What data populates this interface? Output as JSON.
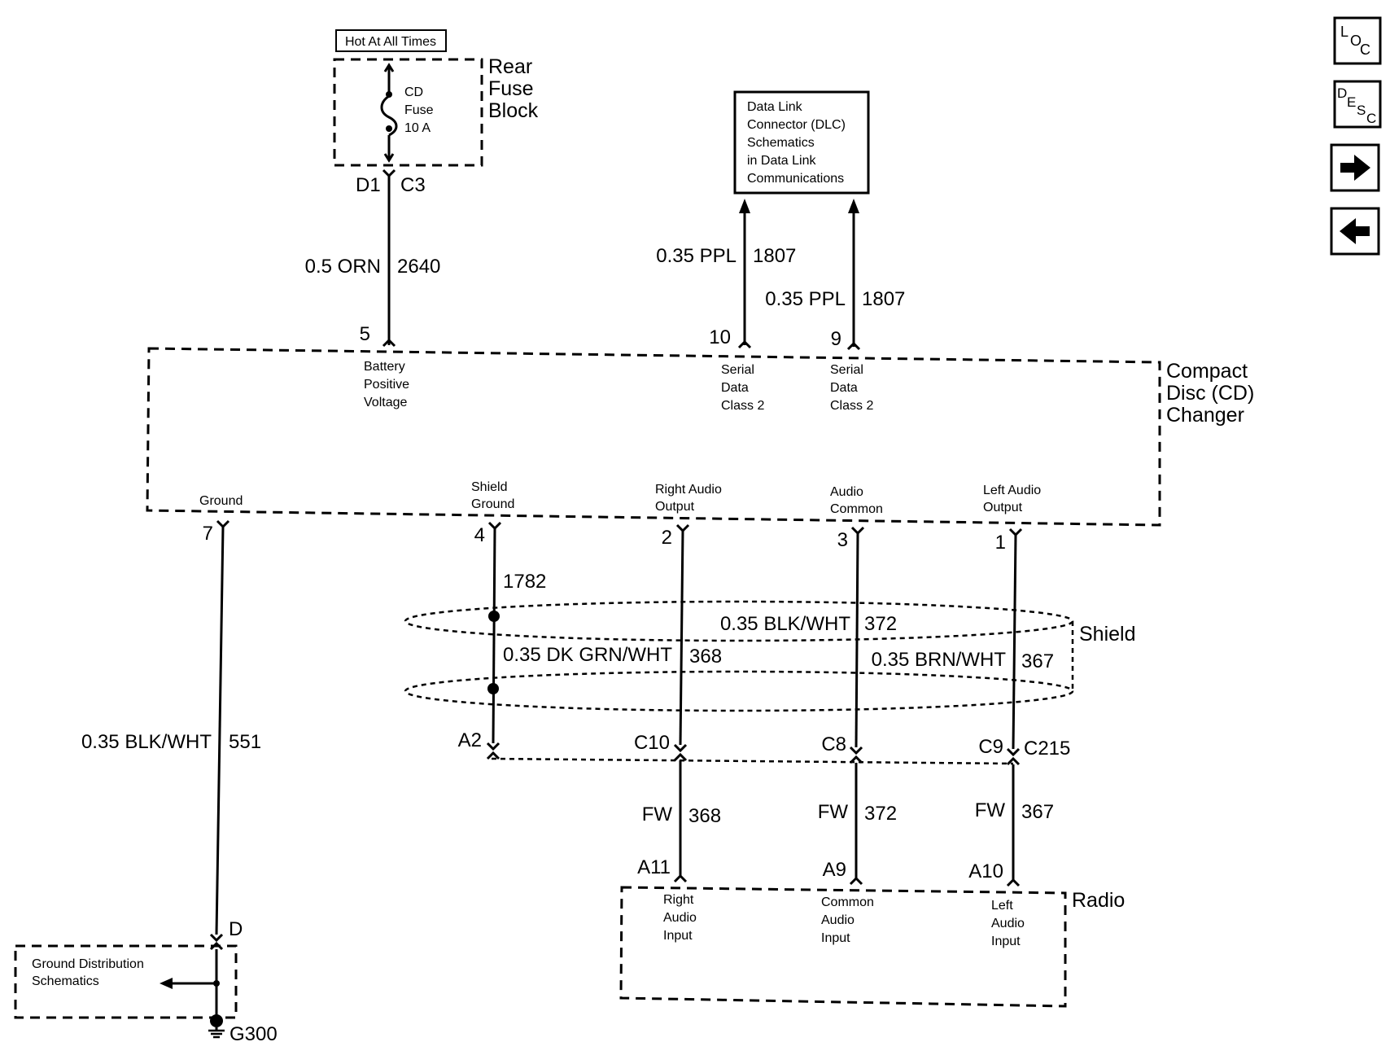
{
  "fuse_block": {
    "hot_label": "Hot At All Times",
    "fuse_lines": [
      "CD",
      "Fuse",
      "10 A"
    ],
    "name_lines": [
      "Rear",
      "Fuse",
      "Block"
    ],
    "pin_left": "D1",
    "connector": "C3"
  },
  "dlc_box": {
    "lines": [
      "Data Link",
      "Connector (DLC)",
      "Schematics",
      "in Data Link",
      "Communications"
    ]
  },
  "wires": {
    "fuse_wire": {
      "gauge_color": "0.5 ORN",
      "circuit": "2640"
    },
    "serial_wire_1": {
      "gauge_color": "0.35 PPL",
      "circuit": "1807"
    },
    "serial_wire_2": {
      "gauge_color": "0.35 PPL",
      "circuit": "1807"
    },
    "ground_wire": {
      "gauge_color": "0.35 BLK/WHT",
      "circuit": "551"
    },
    "shield_drain": {
      "circuit": "1782"
    },
    "common_wire": {
      "gauge_color": "0.35 BLK/WHT",
      "circuit": "372"
    },
    "right_wire": {
      "gauge_color": "0.35 DK GRN/WHT",
      "circuit": "368"
    },
    "left_wire": {
      "gauge_color": "0.35 BRN/WHT",
      "circuit": "367"
    },
    "fw_right": {
      "gauge_color": "FW",
      "circuit": "368"
    },
    "fw_common": {
      "gauge_color": "FW",
      "circuit": "372"
    },
    "fw_left": {
      "gauge_color": "FW",
      "circuit": "367"
    }
  },
  "cd_changer": {
    "name_lines": [
      "Compact",
      "Disc (CD)",
      "Changer"
    ],
    "pins": {
      "battery": {
        "number": "5",
        "label_lines": [
          "Battery",
          "Positive",
          "Voltage"
        ]
      },
      "serial_10": {
        "number": "10",
        "label_lines": [
          "Serial",
          "Data",
          "Class 2"
        ]
      },
      "serial_9": {
        "number": "9",
        "label_lines": [
          "Serial",
          "Data",
          "Class 2"
        ]
      },
      "ground": {
        "number": "7",
        "label_lines": [
          "Ground"
        ]
      },
      "shield_ground": {
        "number": "4",
        "label_lines": [
          "Shield",
          "Ground"
        ]
      },
      "right_audio": {
        "number": "2",
        "label_lines": [
          "Right Audio",
          "Output"
        ]
      },
      "audio_common": {
        "number": "3",
        "label_lines": [
          "Audio",
          "Common"
        ]
      },
      "left_audio": {
        "number": "1",
        "label_lines": [
          "Left Audio",
          "Output"
        ]
      }
    }
  },
  "shield_label": "Shield",
  "inline_connector": {
    "name": "C215",
    "pins": {
      "shield": "A2",
      "right": "C10",
      "common": "C8",
      "left": "C9"
    }
  },
  "radio": {
    "name": "Radio",
    "pins": {
      "right": {
        "number": "A11",
        "label_lines": [
          "Right",
          "Audio",
          "Input"
        ]
      },
      "common": {
        "number": "A9",
        "label_lines": [
          "Common",
          "Audio",
          "Input"
        ]
      },
      "left": {
        "number": "A10",
        "label_lines": [
          "Left",
          "Audio",
          "Input"
        ]
      }
    }
  },
  "ground_dist": {
    "lines": [
      "Ground Distribution",
      "Schematics"
    ],
    "pin": "D",
    "ground_id": "G300"
  },
  "nav": {
    "loc": {
      "l": "L",
      "o": "O",
      "c": "C"
    },
    "desc": {
      "d": "D",
      "e": "E",
      "s": "S",
      "c": "C"
    },
    "next_icon": "right-arrow-icon",
    "prev_icon": "left-arrow-icon"
  }
}
